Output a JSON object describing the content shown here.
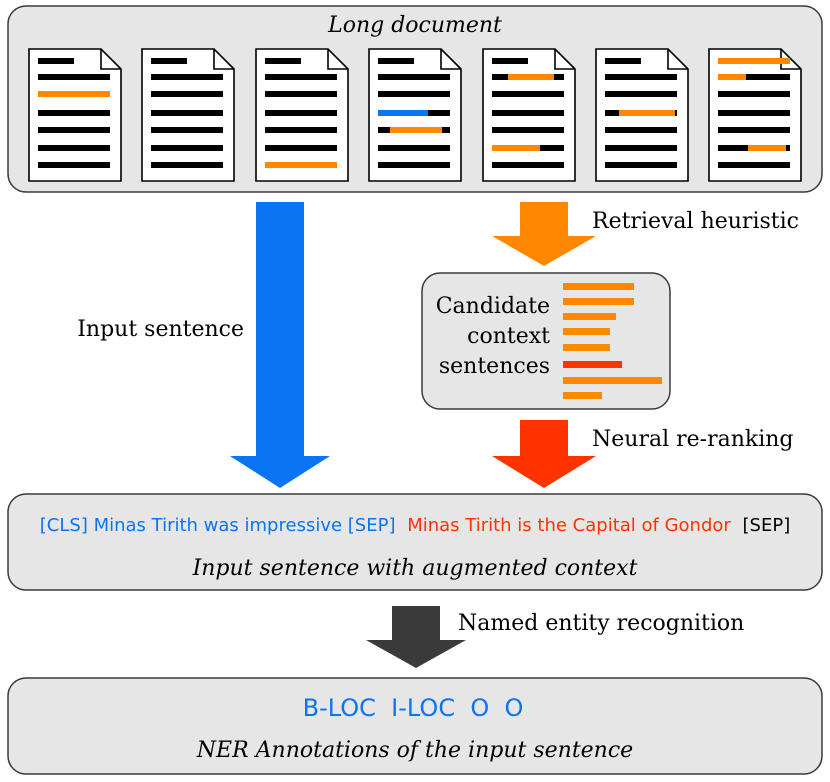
{
  "colors": {
    "panel_fill": "#e6e6e6",
    "panel_stroke": "#3a3a3a",
    "orange": "#ff8800",
    "blue": "#0a74f2",
    "red": "#ff3300",
    "dark": "#3a3a3a",
    "black": "#000000"
  },
  "long_document": {
    "title": "Long document"
  },
  "arrows": {
    "retrieval_label": "Retrieval heuristic",
    "input_label": "Input sentence",
    "rerank_label": "Neural re-ranking",
    "ner_label": "Named entity recognition"
  },
  "candidates": {
    "label_line1": "Candidate",
    "label_line2": "context",
    "label_line3": "sentences"
  },
  "augmented": {
    "token_cls": "[CLS] Minas Tirith was impressive [SEP]",
    "token_context": "Minas Tirith is the Capital of Gondor",
    "token_sep": "[SEP]",
    "caption": "Input sentence with augmented context"
  },
  "ner": {
    "tags": "B-LOC  I-LOC  O  O",
    "caption": "NER Annotations of the input sentence"
  }
}
